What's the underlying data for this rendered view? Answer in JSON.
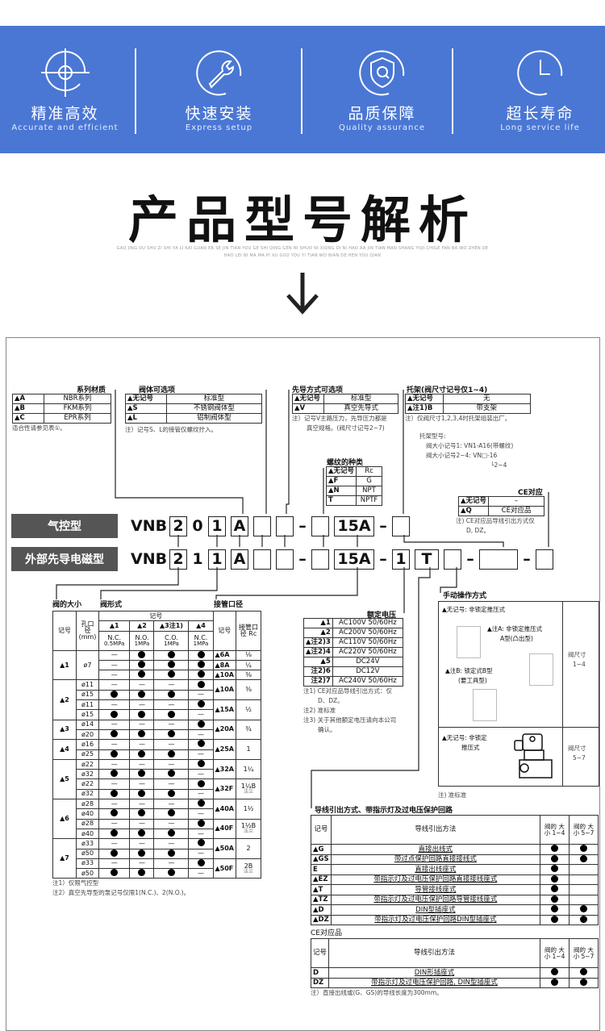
{
  "banner": {
    "color": "#4a77d4",
    "features": [
      {
        "title": "精准高效",
        "subtitle": "Accurate and efficient",
        "icon": "crosshair-icon"
      },
      {
        "title": "快速安装",
        "subtitle": "Express setup",
        "icon": "wrench-icon"
      },
      {
        "title": "品质保障",
        "subtitle": "Quality assurance",
        "icon": "shield-icon"
      },
      {
        "title": "超长寿命",
        "subtitle": "Long service life",
        "icon": "clock-icon"
      }
    ]
  },
  "heading": {
    "title": "产品型号解析",
    "pinyin_line1": "GAO JING DU SHU ZI SHI YA LI KAI GUAN ER SE JIN TIAN YOU GE SHI QING GEN NI SHUO NI XIONG DI NI HAO AA JIN TIAN MAN SHANG YIQI CHIGE FAN BA WO ZHEN DE",
    "pinyin_line2": "HAO LEI NI MA MA PI XU GUO YOU YI TIAN WO BIAN DE HEN YOU QIAN",
    "arrow_icon": "arrow-down-icon"
  },
  "series_material": {
    "title": "系列材质",
    "rows": [
      [
        "▲A",
        "NBR系列"
      ],
      [
        "▲B",
        "FKM系列"
      ],
      [
        "▲C",
        "EPR系列"
      ]
    ],
    "note": "适合性请参见表①。"
  },
  "body_option": {
    "title": "阀体可选项",
    "rows": [
      [
        "▲无记号",
        "标准型"
      ],
      [
        "▲S",
        "不锈钢阀体型"
      ],
      [
        "▲L",
        "铝制阀体型"
      ]
    ],
    "note": "注）记号S、L的接管仅螺纹拧入。"
  },
  "pilot_option": {
    "title": "先导方式可选项",
    "rows": [
      [
        "▲无记号",
        "标准型"
      ],
      [
        "▲V",
        "真空先导式"
      ]
    ],
    "note1": "注）记号V主路压力，先导压力都是",
    "note2": "真空规格。(阀尺寸记号2~7)"
  },
  "bracket": {
    "title": "托架(阀尺寸记号仅1~4)",
    "rows": [
      [
        "▲无记号",
        "无"
      ],
      [
        "▲注1)B",
        "带支架"
      ]
    ],
    "note": "注）仅阀尺寸1,2,3,4时托架组装出厂。",
    "model_title": "托架型号:",
    "model1": "阀大小记号1: VN1-A16(带螺纹)",
    "model2": "阀大小记号2~4: VN□-16",
    "model3": "└2~4"
  },
  "thread": {
    "title": "螺纹的种类",
    "rows": [
      [
        "▲无记号",
        "Rc"
      ],
      [
        "▲F",
        "G"
      ],
      [
        "▲N",
        "NPT"
      ],
      [
        "T",
        "NPTF"
      ]
    ]
  },
  "ce": {
    "title": "CE对应",
    "rows": [
      [
        "▲无记号",
        "–"
      ],
      [
        "▲Q",
        "CE对应品"
      ]
    ],
    "note1": "注) CE对应品导线引出方式仅",
    "note2": "D, DZ。"
  },
  "models": [
    {
      "label": "气控型",
      "parts": [
        {
          "t": "prefix",
          "v": "VNB"
        },
        {
          "t": "box",
          "v": "2"
        },
        {
          "t": "txt",
          "v": "0"
        },
        {
          "t": "box",
          "v": "1"
        },
        {
          "t": "box",
          "v": "A"
        },
        {
          "t": "box",
          "v": ""
        },
        {
          "t": "box",
          "v": ""
        },
        {
          "t": "dash",
          "v": "–"
        },
        {
          "t": "box",
          "v": ""
        },
        {
          "t": "box",
          "v": "15A"
        },
        {
          "t": "dash",
          "v": "–"
        },
        {
          "t": "box",
          "v": ""
        }
      ]
    },
    {
      "label": "外部先导电磁型",
      "parts": [
        {
          "t": "prefix",
          "v": "VNB"
        },
        {
          "t": "box",
          "v": "2"
        },
        {
          "t": "txt",
          "v": "1"
        },
        {
          "t": "box",
          "v": "1"
        },
        {
          "t": "box",
          "v": "A"
        },
        {
          "t": "box",
          "v": ""
        },
        {
          "t": "box",
          "v": ""
        },
        {
          "t": "dash",
          "v": "–"
        },
        {
          "t": "box",
          "v": ""
        },
        {
          "t": "box",
          "v": "15A"
        },
        {
          "t": "dash",
          "v": "–"
        },
        {
          "t": "box",
          "v": "1"
        },
        {
          "t": "box",
          "v": "T"
        },
        {
          "t": "box",
          "v": ""
        },
        {
          "t": "dash",
          "v": "–"
        },
        {
          "t": "wide",
          "v": ""
        },
        {
          "t": "dash",
          "v": "–"
        },
        {
          "t": "box",
          "v": ""
        }
      ]
    }
  ],
  "valve_table": {
    "size_title": "阀的大小",
    "form_title": "阀形式",
    "port_title": "接管口径",
    "h_code": "记号",
    "h_orifice": "孔口径 (mm)",
    "h_symbol": "记号",
    "h_port_code": "记号",
    "h_port": "接管口径 Rc",
    "forms": [
      {
        "code": "▲1",
        "type": "N.C.",
        "p": "0.5MPa"
      },
      {
        "code": "▲2",
        "type": "N.O.",
        "p": "1MPa"
      },
      {
        "code": "▲3注1)",
        "type": "C.O.",
        "p": "1MPa"
      },
      {
        "code": "▲4",
        "type": "N.C.",
        "p": "1MPa"
      }
    ],
    "groups": [
      {
        "size": "▲1",
        "rows": [
          [
            "ø7",
            "—●●●",
            "▲6A",
            "⅛"
          ],
          [
            "ø7",
            "—●●●",
            "▲8A",
            "¼"
          ],
          [
            "ø7",
            "—●●●",
            "▲10A",
            "⅜"
          ]
        ],
        "merge_orifice": true,
        "port_span": 1
      },
      {
        "size": "▲2",
        "rows": [
          [
            "ø11",
            "———●",
            "▲10A",
            "⅜"
          ],
          [
            "ø15",
            "●●●—"
          ],
          [
            "ø11",
            "———●",
            "▲15A",
            "½"
          ],
          [
            "ø15",
            "●●●—"
          ]
        ],
        "port_span": 2
      },
      {
        "size": "▲3",
        "rows": [
          [
            "ø14",
            "———●",
            "▲20A",
            "¾"
          ],
          [
            "ø20",
            "●●●—"
          ]
        ],
        "port_span": 2
      },
      {
        "size": "▲4",
        "rows": [
          [
            "ø16",
            "———●",
            "▲25A",
            "1"
          ],
          [
            "ø25",
            "●●●—"
          ]
        ],
        "port_span": 2
      },
      {
        "size": "▲5",
        "rows": [
          [
            "ø22",
            "———●",
            "▲32A",
            "1¼"
          ],
          [
            "ø32",
            "●●●—"
          ],
          [
            "ø22",
            "———●",
            "▲32F",
            "1¼B",
            "法兰"
          ],
          [
            "ø32",
            "●●●—"
          ]
        ],
        "port_span": 2
      },
      {
        "size": "▲6",
        "rows": [
          [
            "ø28",
            "———●",
            "▲40A",
            "1½"
          ],
          [
            "ø40",
            "●●●—"
          ],
          [
            "ø28",
            "———●",
            "▲40F",
            "1½B",
            "法兰"
          ],
          [
            "ø40",
            "●●●—"
          ]
        ],
        "port_span": 2
      },
      {
        "size": "▲7",
        "rows": [
          [
            "ø33",
            "———●",
            "▲50A",
            "2"
          ],
          [
            "ø50",
            "●●●—"
          ],
          [
            "ø33",
            "———●",
            "▲50F",
            "2B",
            "法兰"
          ],
          [
            "ø50",
            "●●●—"
          ]
        ],
        "port_span": 2
      }
    ],
    "note1": "注1）仅限气控型",
    "note2": "注2）真空先导型的泵记号仅限1(N.C.)、2(N.O.)。"
  },
  "voltage": {
    "title": "额定电压",
    "rows": [
      [
        "▲1",
        "AC100V 50/60Hz"
      ],
      [
        "▲2",
        "AC200V 50/60Hz"
      ],
      [
        "▲注2)3",
        "AC110V 50/60Hz"
      ],
      [
        "▲注2)4",
        "AC220V 50/60Hz"
      ],
      [
        "▲5",
        "DC24V"
      ],
      [
        "注2)6",
        "DC12V"
      ],
      [
        "注2)7",
        "AC240V 50/60Hz"
      ]
    ],
    "note1": "注1) CE对应品导线引出方式：仅",
    "note1b": "D、DZ。",
    "note2": "注2) 准标准",
    "note3": "注3) 关于其他额定电压请向本公司",
    "note3b": "确认。"
  },
  "manual": {
    "title": "手动操作方式",
    "item1": "▲无记号: 非锁定推压式",
    "item2a": "▲注A: 非锁定推压式",
    "item2b": "A型(凸出型)",
    "item3a": "▲注B: 锁定式B型",
    "item3b": "(要工具型)",
    "size1": "阀尺寸",
    "size1b": "1~4",
    "item4a": "▲无记号: 非锁定",
    "item4b": "推压式",
    "size2": "阀尺寸",
    "size2b": "5~7",
    "note": "注) 准标准"
  },
  "wiring": {
    "title": "导线引出方式、带指示灯及过电压保护回路",
    "h_code": "记号",
    "h_method": "导线引出方法",
    "h_s1": "阀的 大小 1~4",
    "h_s2": "阀的 大小 5~7",
    "rows": [
      [
        "▲G",
        "直接出线式",
        true,
        true
      ],
      [
        "▲GS",
        "带过点保护回路直接接线式",
        true,
        true
      ],
      [
        "E",
        "直接出线座式",
        true,
        false
      ],
      [
        "▲EZ",
        "带指示灯及过电压保护回路直接接线座式",
        true,
        false
      ],
      [
        "▲T",
        "导管接线座式",
        true,
        false
      ],
      [
        "▲TZ",
        "带指示灯及过电压保护回路导管接线座式",
        true,
        false
      ],
      [
        "▲D",
        "DIN型插座式",
        true,
        true
      ],
      [
        "▲DZ",
        "带指示灯及过电压保护回路DIN型插座式",
        true,
        true
      ]
    ]
  },
  "ce_wiring": {
    "title": "CE对应品",
    "h_code": "记号",
    "h_method": "导线引出方法",
    "h_s1": "阀的 大小 1~4",
    "h_s2": "阀的 大小 5~7",
    "rows": [
      [
        "D",
        "DIN形插座式",
        true,
        true
      ],
      [
        "DZ",
        "带指示灯及过电压保护回路, DIN型插座式",
        true,
        true
      ]
    ],
    "note": "注）直接出线或(G、GS)的导线长度为300mm。"
  }
}
